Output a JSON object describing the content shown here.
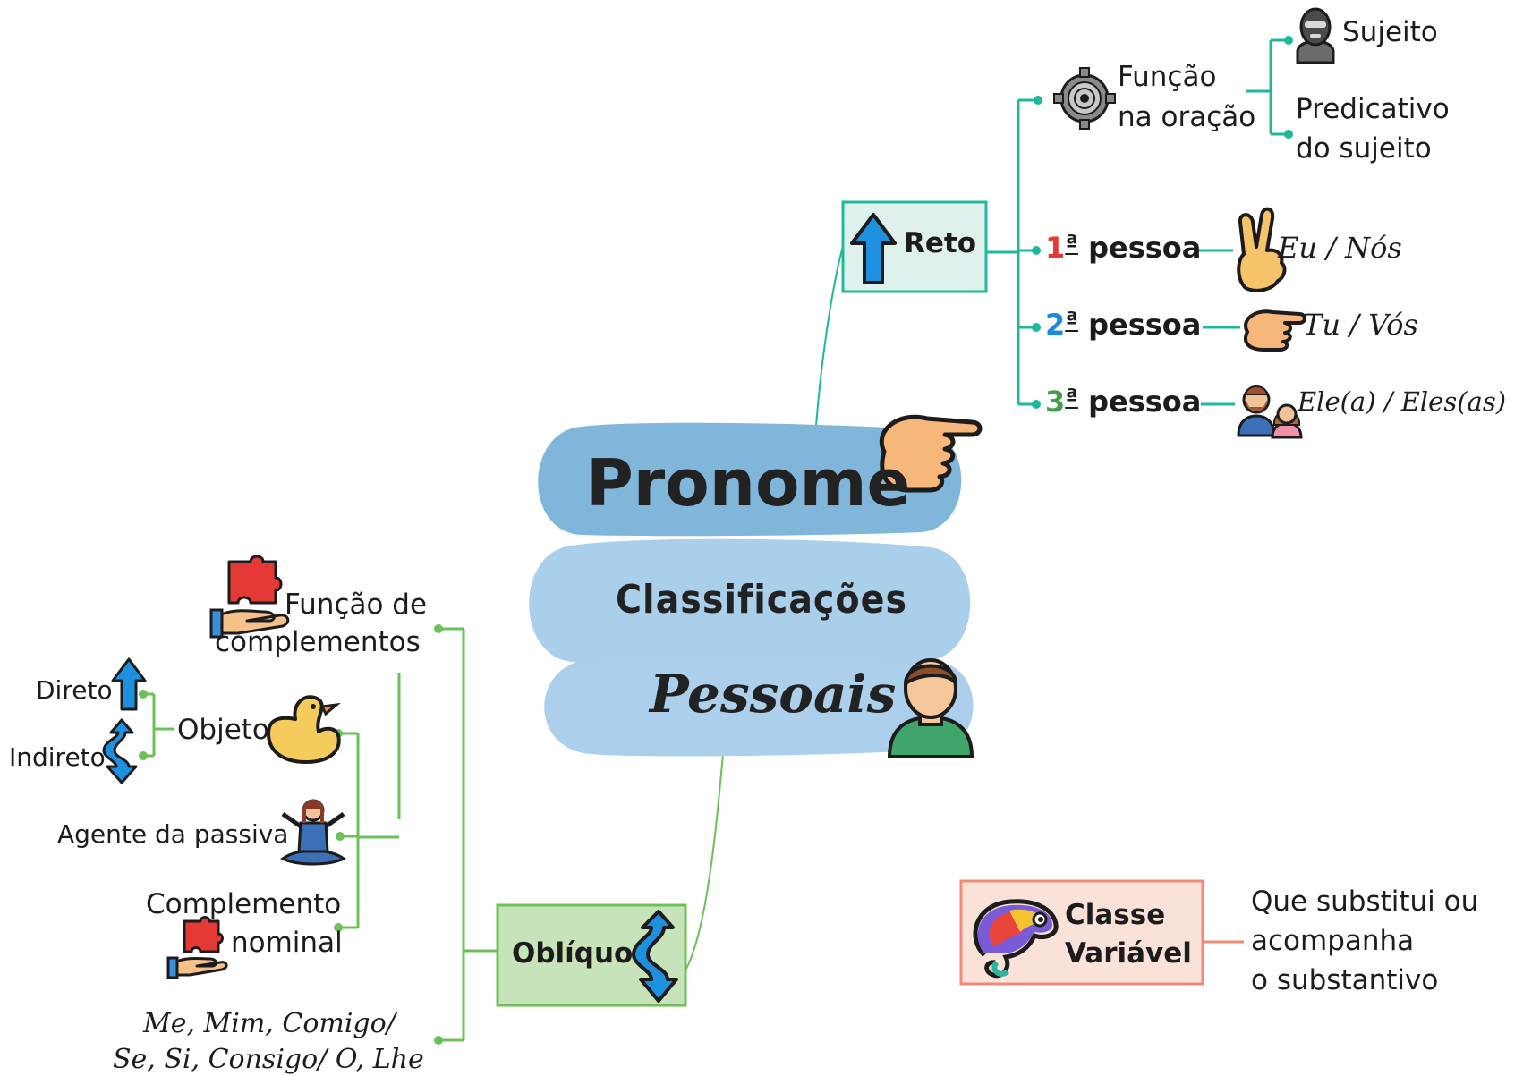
{
  "center": {
    "title": "Pronome",
    "subtitle": "Classificações",
    "subtitle2": "Pessoais",
    "colors": {
      "top": "#7fb6d9",
      "middle": "#a9cfea",
      "bottom": "#acd0ec"
    }
  },
  "reto": {
    "label": "Reto",
    "color": "#1fb89a",
    "funcao": {
      "line1": "Função",
      "line2": "na oração"
    },
    "sujeito": "Sujeito",
    "predicativo": {
      "line1": "Predicativo",
      "line2": "do sujeito"
    },
    "pessoas": [
      {
        "num": "1",
        "ord": "ª",
        "word": "pessoa",
        "pronouns": "Eu / Nós",
        "num_color": "#e53935"
      },
      {
        "num": "2",
        "ord": "ª",
        "word": "pessoa",
        "pronouns": "Tu / Vós",
        "num_color": "#1e88e5"
      },
      {
        "num": "3",
        "ord": "ª",
        "word": "pessoa",
        "pronouns": "Ele(a) / Eles(as)",
        "num_color": "#43a047"
      }
    ]
  },
  "obliquo": {
    "label": "Oblíquo",
    "color": "#6cc05a",
    "funcao": {
      "line1": "Função de",
      "line2": "complementos"
    },
    "objeto": "Objeto",
    "direto": "Direto",
    "indireto": "Indireto",
    "agente": "Agente da passiva",
    "complemento": {
      "line1": "Complemento",
      "line2": "nominal"
    },
    "pronouns": {
      "line1": "Me, Mim, Comigo/",
      "line2": "Se, Si, Consigo/ O, Lhe"
    }
  },
  "classe": {
    "label1": "Classe",
    "label2": "Variável",
    "desc": {
      "line1": "Que substitui ou",
      "line2": "acompanha",
      "line3": "o substantivo"
    },
    "color": "#f08a78"
  },
  "icons": [
    "pointing-hand-icon",
    "person-avatar-icon",
    "up-arrow-icon",
    "wavy-arrow-icon",
    "gear-icon",
    "masked-person-icon",
    "peace-hand-icon",
    "pointing-hand-small-icon",
    "man-woman-icon",
    "puzzle-hand-icon",
    "rubber-duck-icon",
    "meditating-person-icon",
    "chameleon-icon"
  ]
}
